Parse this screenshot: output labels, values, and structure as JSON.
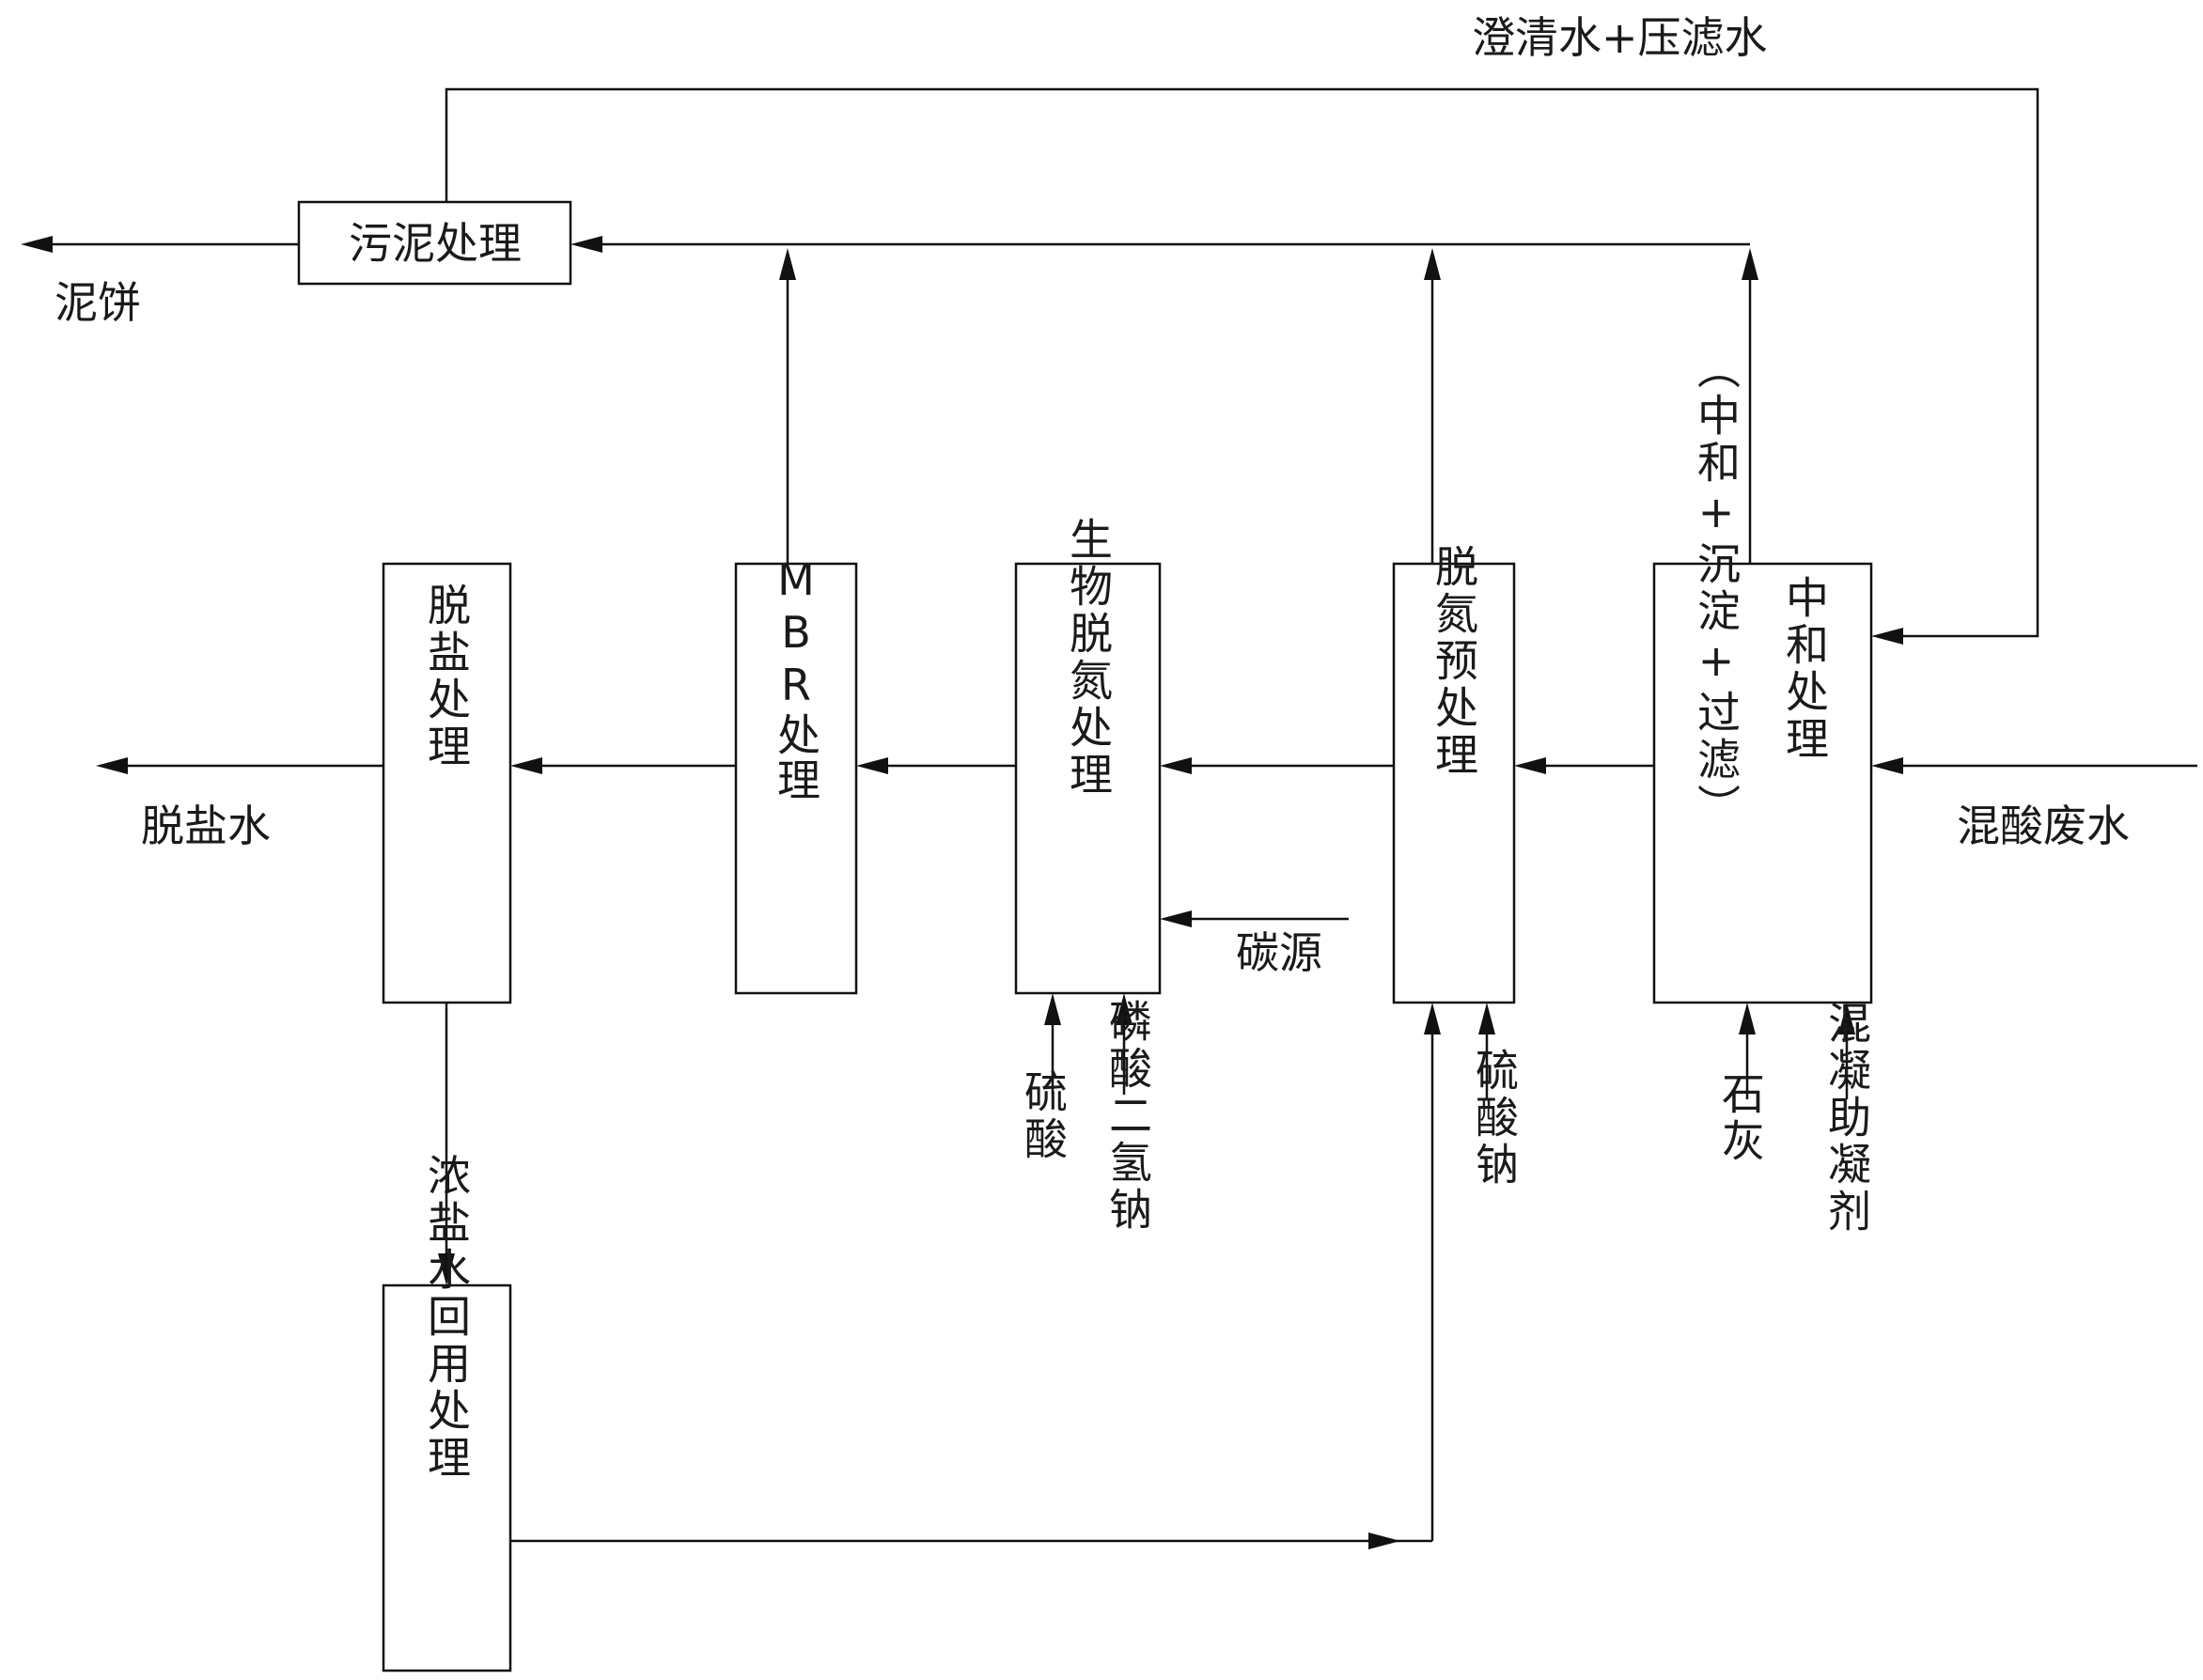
{
  "process": {
    "mixed_acid_wastewater": "混酸废水",
    "neutralization_line1": "中和处理",
    "neutralization_line2": "（中和+沉淀+过滤）",
    "denitrogen_pretreat": "脱氮预处理",
    "bio_denitrogen": "生物脱氮处理",
    "mbr": "MBR处理",
    "desalination": "脱盐处理",
    "desalted_water": "脱盐水",
    "brine_reuse": "浓盐水回用处理",
    "sludge_treatment": "污泥处理",
    "sludge_cake": "泥饼",
    "recycle_water": "澄清水+压滤水"
  },
  "reagents": {
    "lime": "石灰",
    "coagulant": "混凝助凝剂",
    "sodium_sulfate": "硫酸钠",
    "sulfuric_acid": "硫酸",
    "sodium_dihydrogen_phosphate": "磷酸二氢钠",
    "carbon_source": "碳源"
  }
}
